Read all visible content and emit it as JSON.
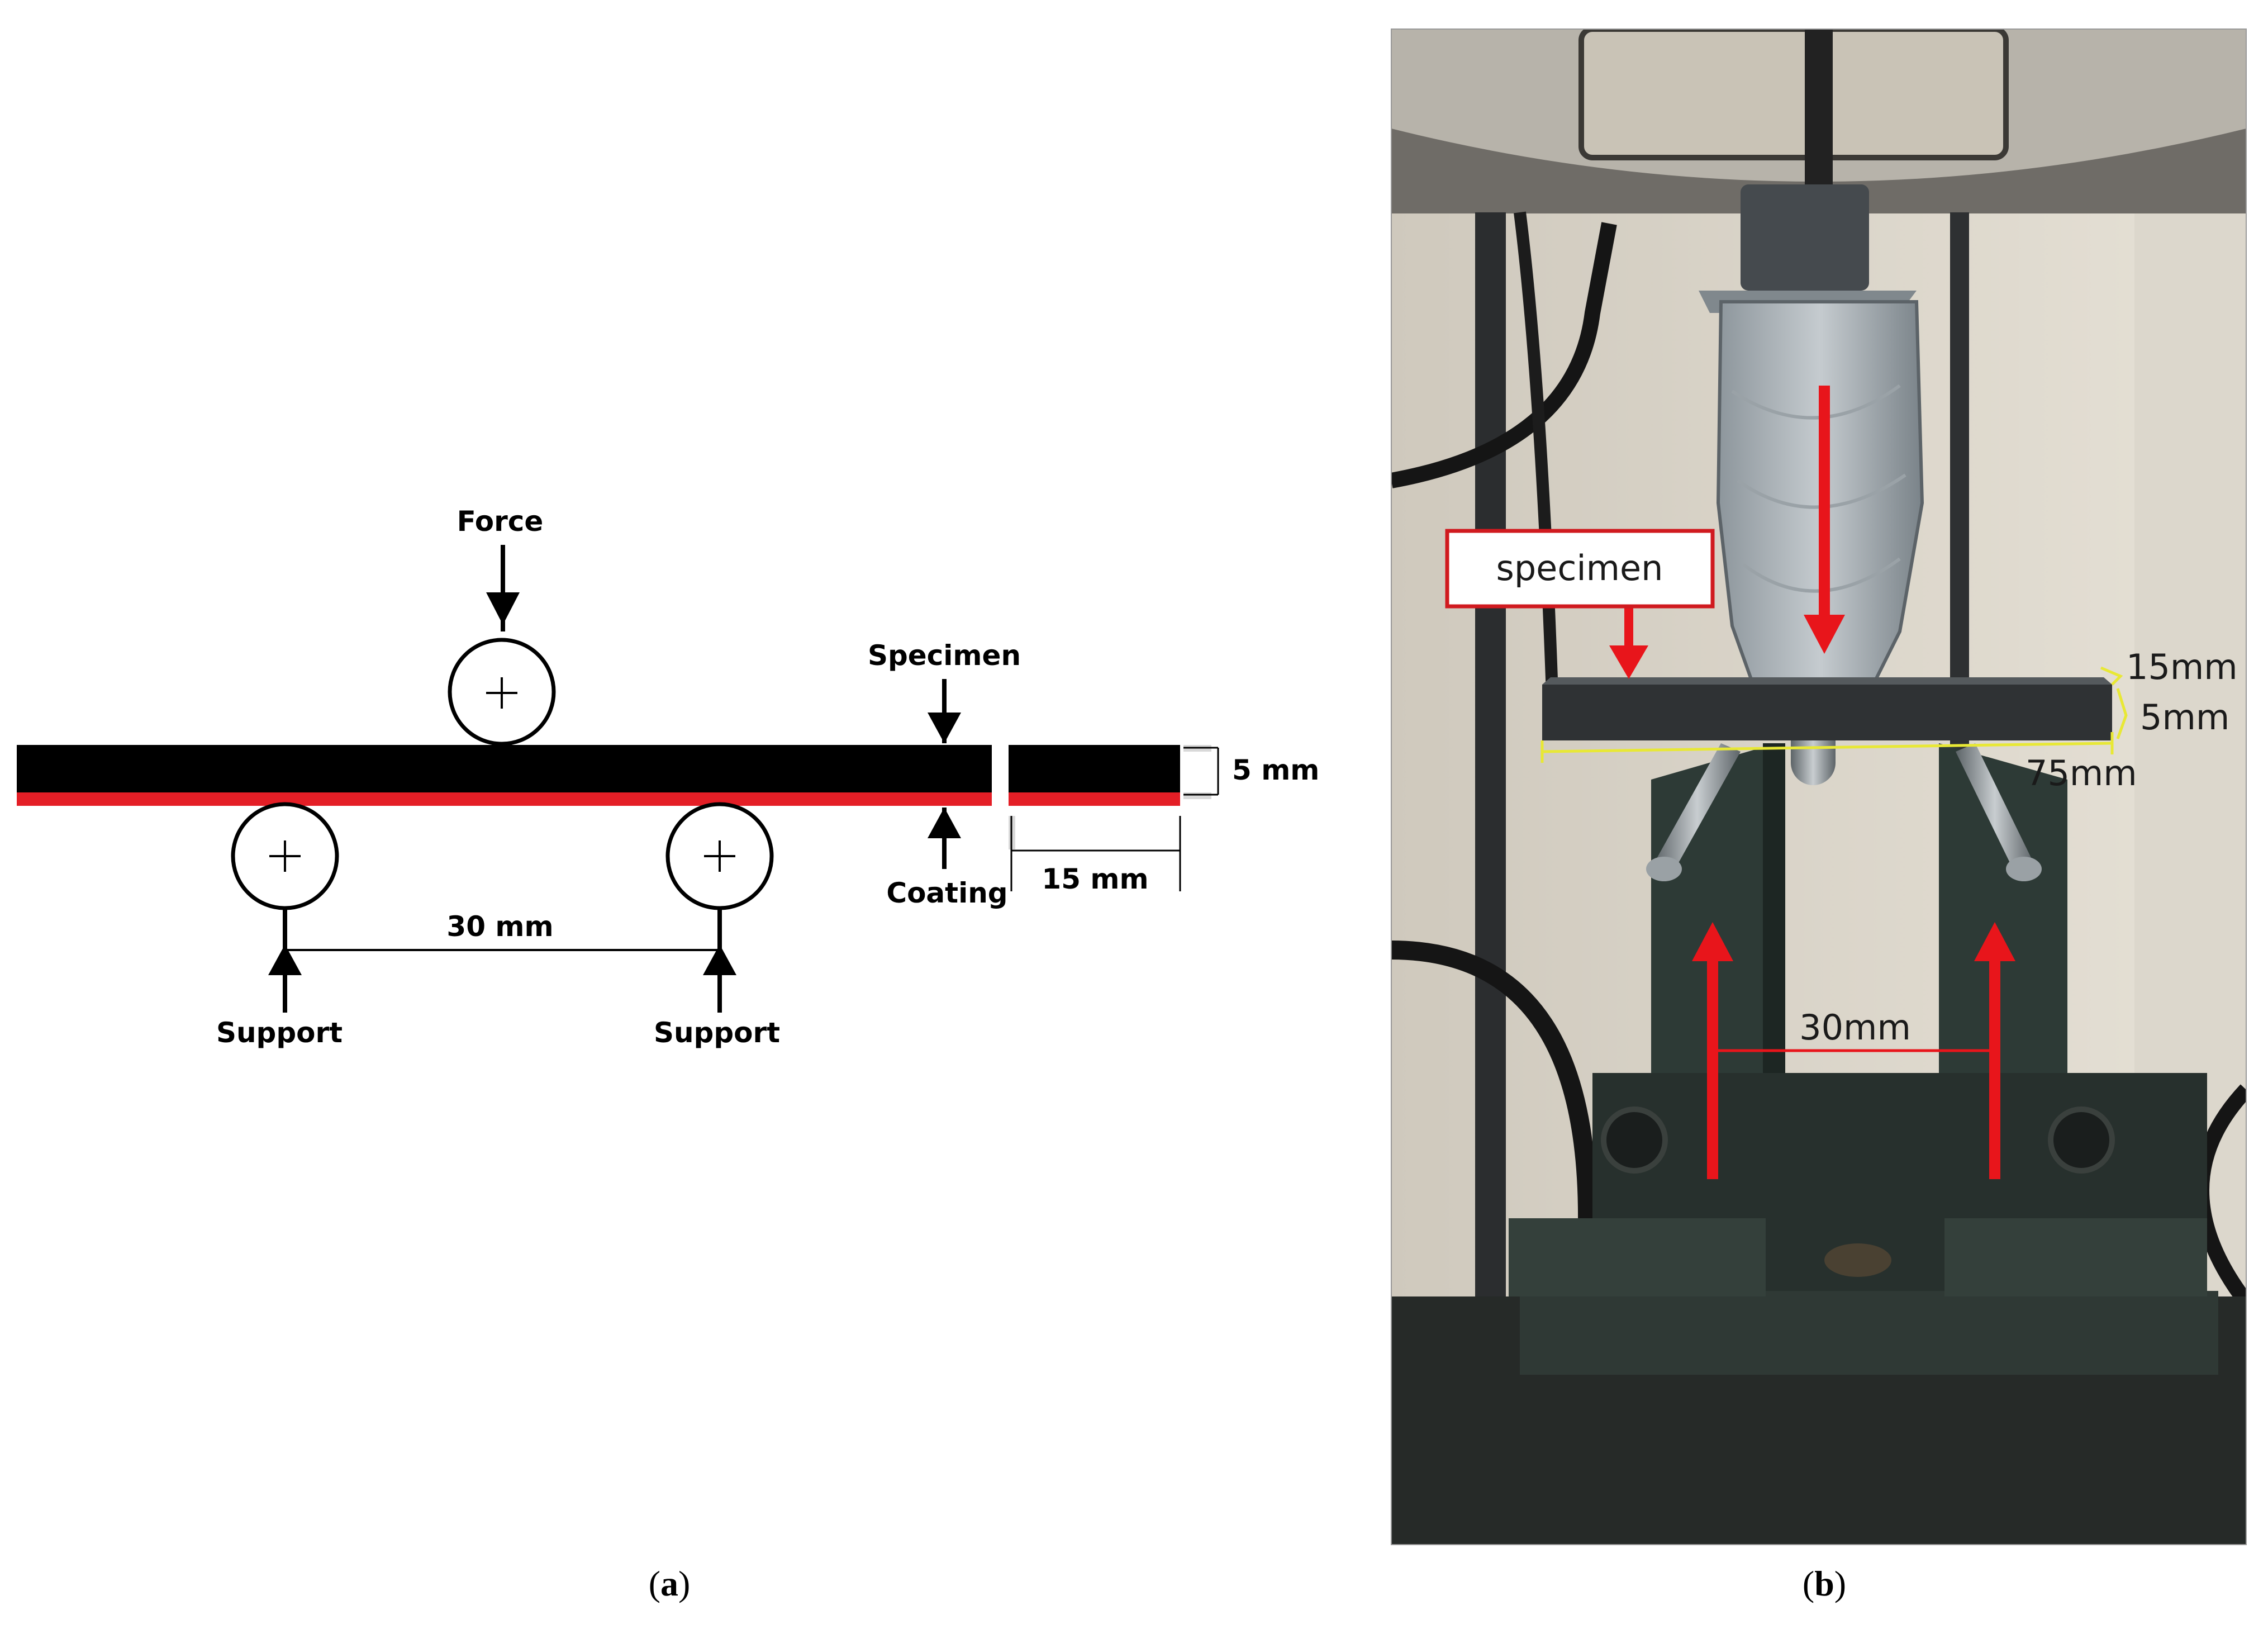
{
  "panel_a": {
    "labels": {
      "force": "Force",
      "specimen": "Specimen",
      "coating": "Coating",
      "support_left": "Support",
      "support_right": "Support",
      "span": "30 mm",
      "thickness": "5 mm",
      "width": "15 mm"
    },
    "caption_letter": "a"
  },
  "panel_b": {
    "labels": {
      "specimen": "specimen",
      "width": "15mm",
      "thickness": "5mm",
      "length": "75mm",
      "span": "30mm"
    },
    "caption_letter": "b"
  },
  "colors": {
    "beam": "#000000",
    "coating": "#e41e26",
    "annotation_red": "#e8151b",
    "dimension_yellow": "#e8e835"
  },
  "icons": [
    "plus-icon",
    "down-arrow-icon",
    "up-arrow-icon"
  ]
}
